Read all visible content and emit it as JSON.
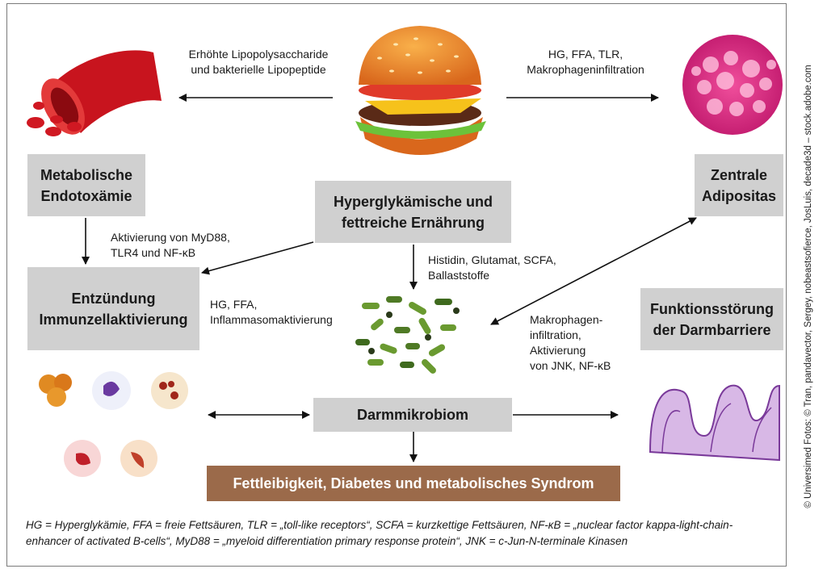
{
  "nodes": {
    "center": "Hyperglykämische und\nfettreiche Ernährung",
    "endotox": "Metabolische\nEndotoxämie",
    "adipositas": "Zentrale\nAdipositas",
    "entzuendung": "Entzündung\nImmunzellaktivierung",
    "barriere": "Funktionsstörung\nder Darmbarriere",
    "mikrobiom": "Darmmikrobiom",
    "outcome": "Fettleibigkeit, Diabetes und metabolisches Syndrom"
  },
  "edge_labels": {
    "lipo": "Erhöhte Lipopolysaccharide\nund bakterielle Lipopeptide",
    "hg_ffa_tlr": "HG, FFA, TLR,\nMakrophageninfiltration",
    "myd88": "Aktivierung von MyD88,\nTLR4 und NF-κB",
    "histidin": "Histidin, Glutamat, SCFA,\nBallaststoffe",
    "inflammasom": "HG, FFA,\nInflammasomaktivierung",
    "makrophagen": "Makrophagen-\ninfiltration,\nAktivierung\nvon JNK, NF-κB"
  },
  "footnote": "HG = Hyperglykämie, FFA = freie Fettsäuren, TLR = „toll-like receptors“,  SCFA = kurzkettige Fettsäuren, NF-κB = „nuclear factor kappa-light-chain-enhancer of activated B-cells“, MyD88 = „myeloid differentiation primary response protein“, JNK = c-Jun-N-terminale Kinasen",
  "credit": "© Universimed  Fotos: © Tran, pandavector, Sergey, nobeastsofierce, JosLuis, decade3d – stock.adobe.com",
  "colors": {
    "box": "#d0d0d0",
    "outcome": "#9b6a4a"
  }
}
